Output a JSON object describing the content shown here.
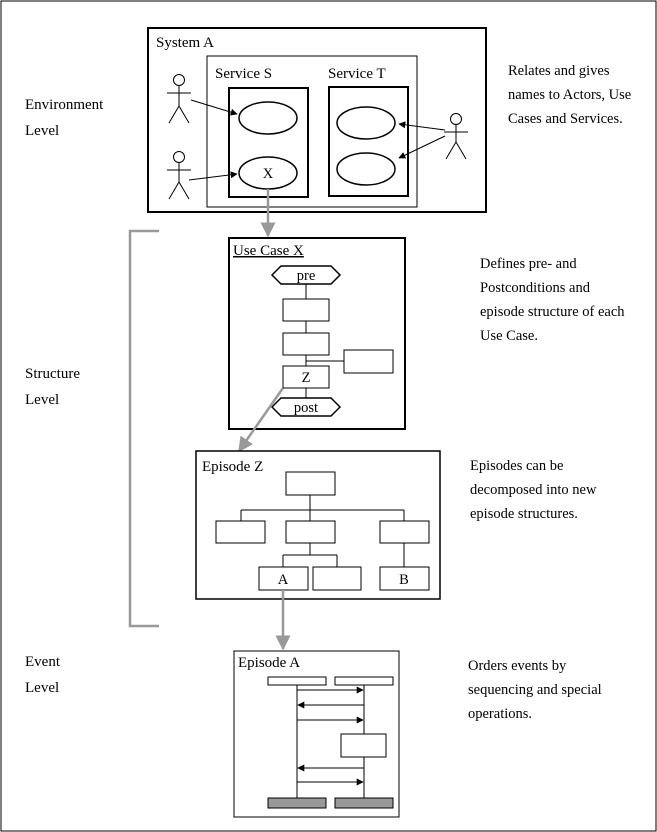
{
  "levels": {
    "environment": [
      "Environment",
      "Level"
    ],
    "structure": [
      "Structure",
      "Level"
    ],
    "event": [
      "Event",
      "Level"
    ]
  },
  "environment": {
    "system_title": "System A",
    "service_s_title": "Service S",
    "service_t_title": "Service T",
    "use_case_label": "X",
    "description": [
      "Relates and gives",
      "names to Actors, Use",
      "Cases and Services."
    ]
  },
  "use_case": {
    "title": "Use Case X",
    "pre_label": "pre",
    "step_label": "Z",
    "post_label": "post",
    "description": [
      "Defines pre- and",
      "Postconditions and",
      "episode structure of each",
      "Use Case."
    ]
  },
  "episode_z": {
    "title": "Episode Z",
    "leaf_a": "A",
    "leaf_b": "B",
    "description": [
      "Episodes can be",
      "decomposed into new",
      "episode structures."
    ]
  },
  "episode_a": {
    "title": "Episode A",
    "description": [
      "Orders events by",
      "sequencing and special",
      "operations."
    ]
  },
  "colors": {
    "line": "#000000",
    "connector": "#999999",
    "terminal_bar": "#999999"
  }
}
